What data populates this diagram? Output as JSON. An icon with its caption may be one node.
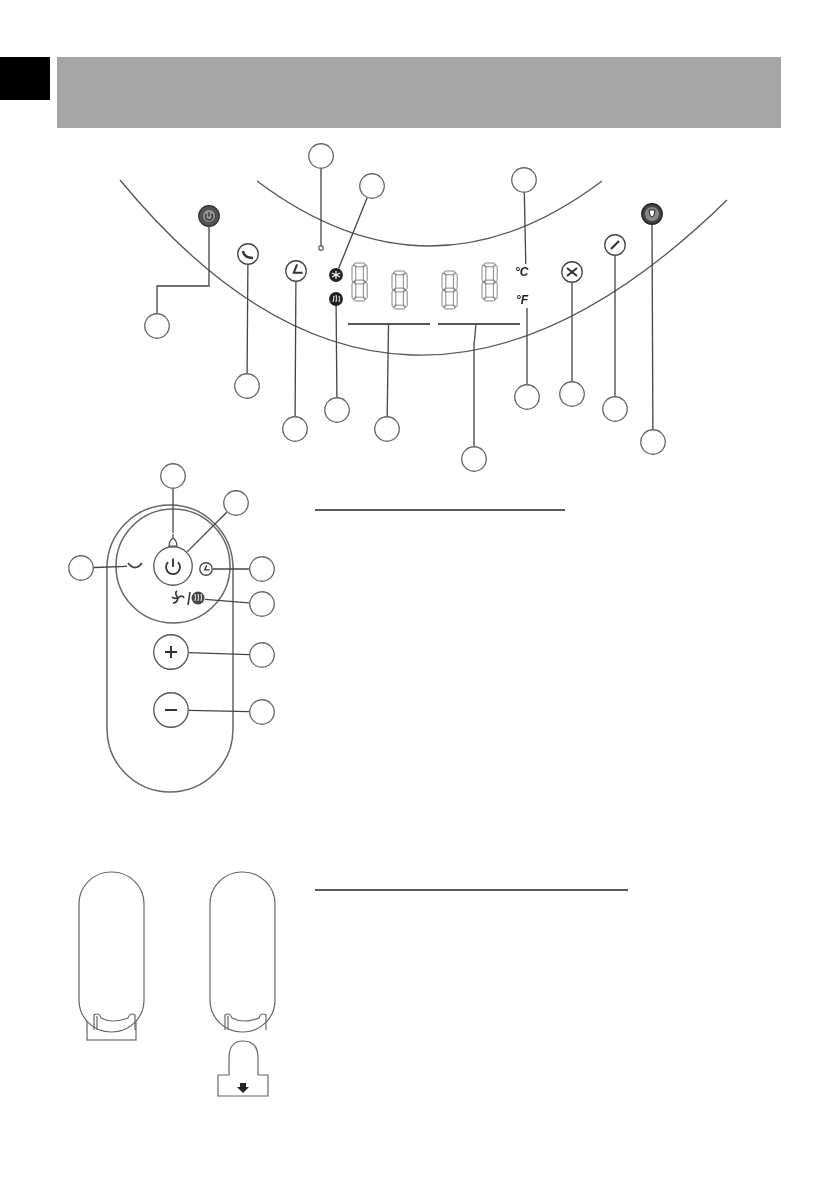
{
  "diagram": {
    "nodes": [
      {
        "text": [],
        "shape": "circle"
      },
      {
        "text": [],
        "shape": "circle"
      },
      {
        "text": [],
        "shape": "circle"
      },
      {
        "text": [],
        "shape": "circle"
      },
      {
        "text": [],
        "shape": "circle"
      },
      {
        "text": [],
        "shape": "circle"
      },
      {
        "text": [],
        "shape": "circle"
      },
      {
        "text": [],
        "shape": "circle"
      },
      {
        "text": [],
        "shape": "circle"
      },
      {
        "text": [],
        "shape": "circle"
      },
      {
        "text": [],
        "shape": "circle"
      },
      {
        "text": [],
        "shape": "circle"
      },
      {
        "text": [],
        "shape": "circle"
      },
      {
        "text": [],
        "shape": "circle"
      },
      {
        "text": [],
        "shape": "circle"
      },
      {
        "text": [],
        "shape": "circle"
      },
      {
        "text": [],
        "shape": "circle"
      },
      {
        "text": [],
        "shape": "circle"
      },
      {
        "text": [],
        "shape": "circle"
      },
      {
        "text": [],
        "shape": "circle"
      },
      {
        "text": [],
        "shape": "circle"
      },
      {
        "text": [],
        "shape": "circle"
      },
      {
        "text": [
          "°C"
        ]
      },
      {
        "text": [],
        "shape": "circle"
      },
      {
        "text": [],
        "shape": "circle"
      },
      {
        "text": [],
        "shape": "circle"
      },
      {
        "text": [],
        "shape": "circle"
      },
      {
        "text": [],
        "shape": "box"
      },
      {
        "text": [],
        "shape": "box"
      },
      {
        "text": [
          "°F"
        ]
      },
      {
        "text": [],
        "shape": "circle"
      },
      {
        "text": [],
        "shape": "circle"
      },
      {
        "text": [],
        "shape": "circle"
      },
      {
        "text": [],
        "shape": "picture"
      },
      {
        "text": [],
        "shape": "circle"
      },
      {
        "text": [],
        "shape": "picture"
      },
      {
        "text": [],
        "shape": "circle"
      },
      {
        "text": [],
        "shape": "picture"
      },
      {
        "text": [],
        "shape": "circle"
      },
      {
        "text": [],
        "shape": "circle"
      }
    ],
    "edges": [
      {
        "from": 0,
        "to": 20,
        "arrow": "none"
      },
      {
        "from": 1,
        "to": 21,
        "arrow": "none"
      },
      {
        "from": 2,
        "to": 22,
        "arrow": "none"
      },
      {
        "from": 3,
        "to": 23,
        "arrow": "none"
      },
      {
        "from": 4,
        "to": 24,
        "arrow": "none"
      },
      {
        "from": 5,
        "to": 25,
        "arrow": "none"
      },
      {
        "from": 6,
        "to": 26,
        "arrow": "none"
      },
      {
        "from": 7,
        "to": 27,
        "arrow": "none"
      },
      {
        "from": 8,
        "to": 28,
        "arrow": "none"
      },
      {
        "from": 9,
        "to": 29,
        "arrow": "none"
      },
      {
        "from": 10,
        "to": 30,
        "arrow": "none"
      },
      {
        "from": 11,
        "to": 31,
        "arrow": "none"
      },
      {
        "from": 12,
        "to": 32,
        "arrow": "none"
      },
      {
        "from": 13,
        "to": 33,
        "arrow": "none"
      },
      {
        "from": 14,
        "to": 34,
        "arrow": "none"
      },
      {
        "from": 15,
        "to": 35,
        "arrow": "none"
      },
      {
        "from": 16,
        "to": 36,
        "arrow": "none"
      },
      {
        "from": 17,
        "to": 37,
        "arrow": "none"
      },
      {
        "from": 18,
        "to": 38,
        "arrow": "none"
      },
      {
        "from": 19,
        "to": 39,
        "arrow": "none"
      }
    ]
  }
}
